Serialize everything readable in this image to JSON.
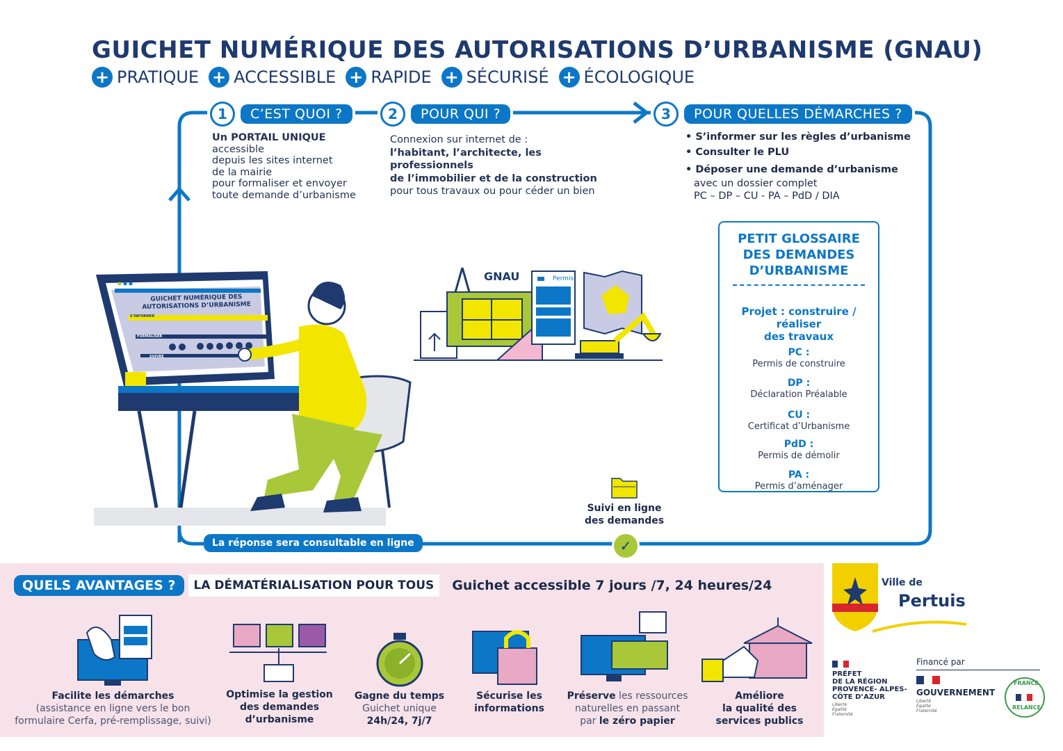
{
  "header": {
    "title": "GUICHET NUMÉRIQUE DES AUTORISATIONS D’URBANISME (GNAU)",
    "tags": [
      "PRATIQUE",
      "ACCESSIBLE",
      "RAPIDE",
      "SÉCURISÉ",
      "ÉCOLOGIQUE"
    ],
    "plus_icon": "+"
  },
  "steps": [
    {
      "num": "1",
      "label": "C’EST QUOI ?"
    },
    {
      "num": "2",
      "label": "POUR QUI ?"
    },
    {
      "num": "3",
      "label": "POUR QUELLES DÉMARCHES ?"
    }
  ],
  "step1": {
    "bold": "Un PORTAIL UNIQUE",
    "rest1": " accessible",
    "line2": "depuis les sites internet",
    "line3": "de la mairie",
    "line4": "pour formaliser et envoyer",
    "line5": "toute demande d’urbanisme"
  },
  "step2": {
    "line1": "Connexion sur internet de :",
    "line2": "l’habitant, l’architecte, les professionnels",
    "line3": "de l’immobilier et de la construction",
    "line4": "pour tous travaux ou pour céder un bien"
  },
  "step3": {
    "b1": "• S’informer sur les règles d’urbanisme",
    "b2": "• Consulter le PLU",
    "b3": "• Déposer une demande d’urbanisme",
    "b3a": "avec un dossier complet",
    "b3b": "PC – DP – CU - PA – PdD / DIA"
  },
  "screen": {
    "title1": "GUICHET NUMÉRIQUE DES",
    "title2": "AUTORISATIONS D’URBANISME",
    "row1": "S’INFORMER",
    "row2": "FORMALISER",
    "row3": "SUIVRE"
  },
  "illustration": {
    "gnau": "GNAU",
    "permis": "Permis"
  },
  "glossary": {
    "title1": "PETIT GLOSSAIRE",
    "title2": "DES DEMANDES",
    "title3": "D’URBANISME",
    "project1": "Projet : construire / réaliser",
    "project2": "des travaux",
    "items": [
      {
        "key": "PC :",
        "desc": "Permis de construire"
      },
      {
        "key": "DP :",
        "desc": "Déclaration Préalable"
      },
      {
        "key": "CU :",
        "desc": "Certificat d’Urbanisme"
      },
      {
        "key": "PdD :",
        "desc": "Permis de démolir"
      },
      {
        "key": "PA :",
        "desc": "Permis d’aménager"
      }
    ]
  },
  "followup": {
    "line1": "Suivi en ligne",
    "line2": "des demandes"
  },
  "response": "La réponse sera consultable en ligne",
  "advantages": {
    "label": "QUELS AVANTAGES ?",
    "subtitle": "LA DÉMATÉRIALISATION POUR TOUS",
    "accessible": "Guichet accessible 7 jours /7, 24 heures/24",
    "items": [
      {
        "t1": "Facilite les démarches",
        "t2": "(assistance en ligne vers le bon",
        "t3": "formulaire Cerfa, pré-remplissage, suivi)"
      },
      {
        "t1": "Optimise la gestion",
        "t2": "des demandes",
        "t3": "d’urbanisme"
      },
      {
        "t1": "Gagne du temps",
        "t2": "Guichet unique",
        "t3": "24h/24, 7j/7"
      },
      {
        "t1": "Sécurise les",
        "t2": "informations"
      },
      {
        "t1a": "Préserve",
        "t1b": " les ressources",
        "t2": "naturelles en passant",
        "t3a": "par ",
        "t3b": "le zéro papier"
      },
      {
        "t1": "Améliore",
        "t2": "la qualité des",
        "t3": "services publics"
      }
    ]
  },
  "logos": {
    "ville_de": "Ville de",
    "pertuis": "Pertuis",
    "finance_par": "Financé par",
    "prefet1": "PRÉFET",
    "prefet2": "DE LA RÉGION",
    "prefet3": "PROVENCE- ALPES-",
    "prefet4": "CÔTE D’AZUR",
    "motto1": "Liberté",
    "motto2": "Égalité",
    "motto3": "Fraternité",
    "gouvernement": "GOUVERNEMENT",
    "relance1": "FRANCE",
    "relance2": "RELANCE"
  },
  "colors": {
    "accent": "#0d77c7",
    "navy": "#1e3a6e",
    "yellow": "#f2e600",
    "pink": "#f7e2ea",
    "green": "#a8c83a"
  }
}
